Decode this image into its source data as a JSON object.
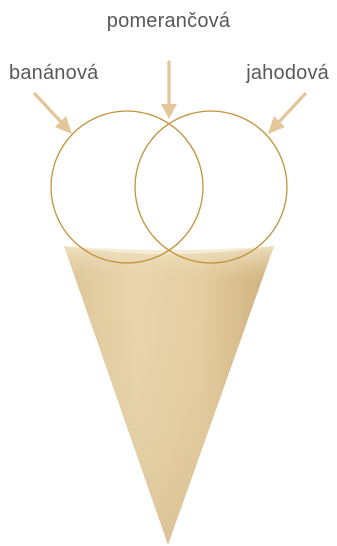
{
  "labels": {
    "left": "banánová",
    "top": "pomerančová",
    "right": "jahodová"
  },
  "colors": {
    "text": "#595959",
    "arrow": "#e3c69a",
    "circle_stroke": "#c2923c",
    "cone_light": "#f0e1c2",
    "cone_mid": "#ddc596",
    "cone_dark": "#c9ad78"
  },
  "shapes": {
    "scoop_left": "circle",
    "scoop_right": "circle",
    "cone": "ice-cream-cone"
  }
}
